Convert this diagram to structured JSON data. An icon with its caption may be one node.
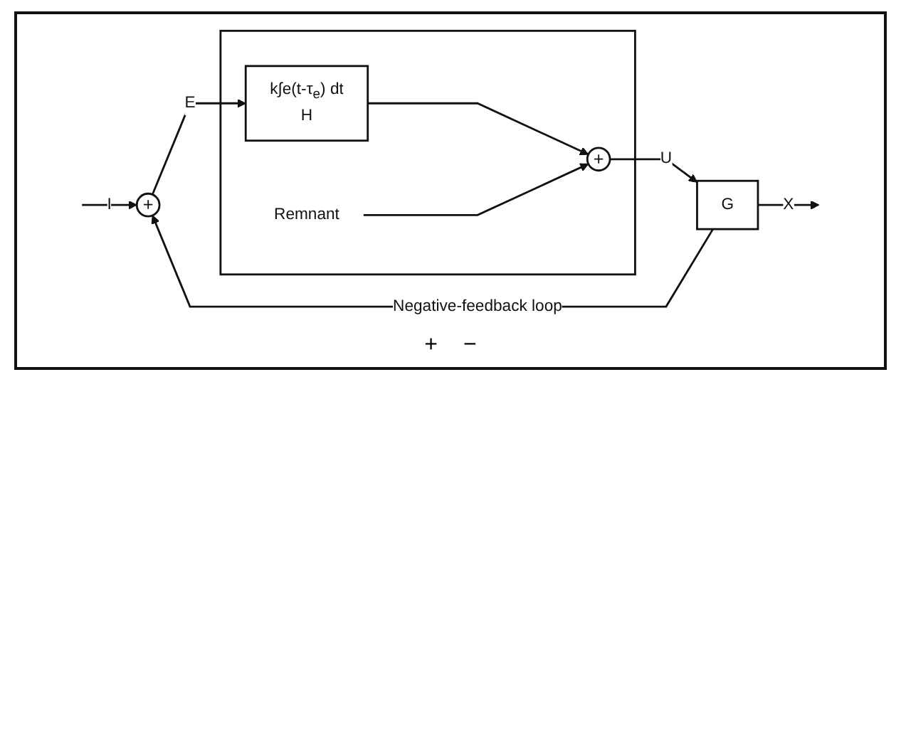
{
  "diagram": {
    "nodes": [
      {
        "text": [],
        "shape": "box"
      },
      {
        "text": [
          "+"
        ]
      },
      {
        "text": [
          "k∫e(t-τ$_{e}$) dt",
          "H"
        ],
        "in": 0
      },
      {
        "text": [
          "+"
        ],
        "in": 0
      },
      {
        "text": [
          "Remnant"
        ],
        "in": 0
      },
      {
        "text": [
          "G"
        ]
      }
    ],
    "edges": [
      {
        "from": null,
        "to": 1,
        "arrow": "to",
        "label": "I"
      },
      {
        "from": 1,
        "to": 2,
        "arrow": "to",
        "label": "E"
      },
      {
        "from": 2,
        "to": 3,
        "arrow": "to"
      },
      {
        "from": 4,
        "to": 3,
        "arrow": "to"
      },
      {
        "from": 3,
        "to": 5,
        "arrow": "to",
        "label": "U"
      },
      {
        "from": 5,
        "to": null,
        "arrow": "to",
        "label": "X"
      },
      {
        "from": 5,
        "to": 1,
        "arrow": "to",
        "label": "Negative-feedback loop"
      }
    ],
    "labels": [
      "+",
      "−"
    ]
  }
}
